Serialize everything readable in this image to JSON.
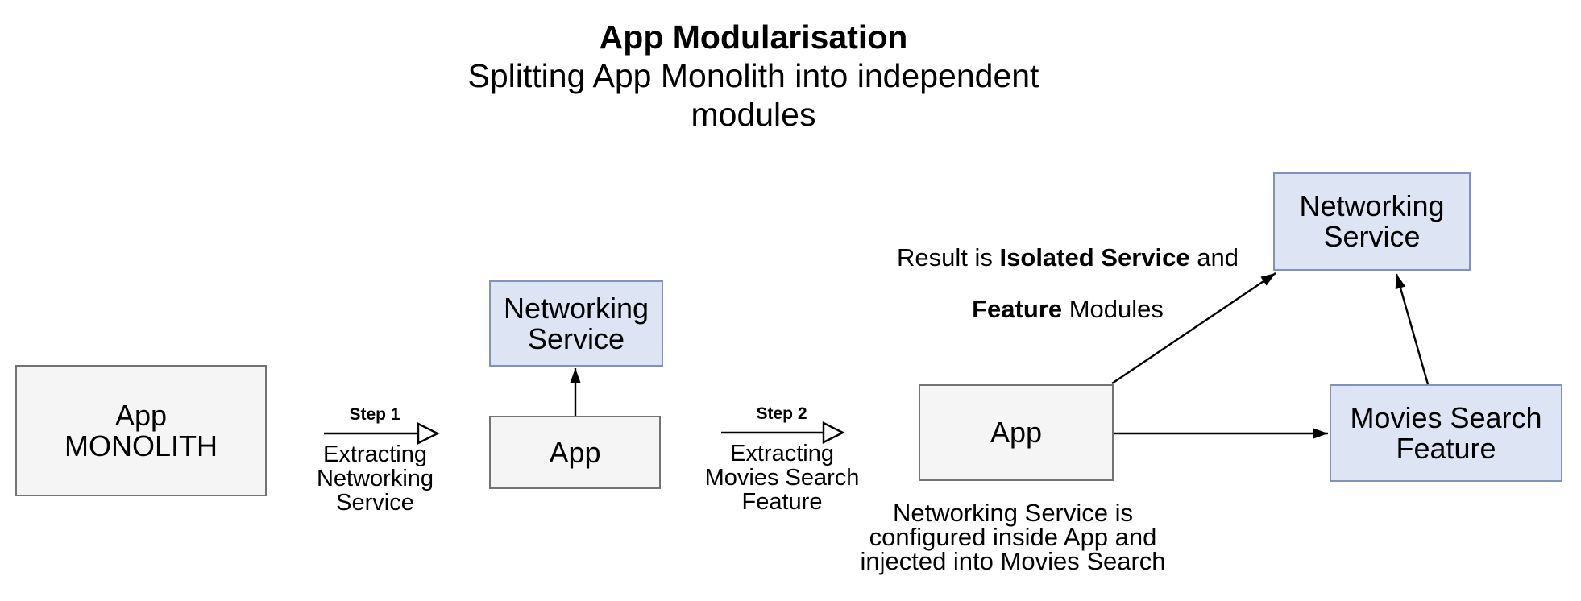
{
  "header": {
    "title": "App Modularisation",
    "subtitle": "Splitting App Monolith into independent\nmodules"
  },
  "stage1": {
    "monolith_label": "App\nMONOLITH"
  },
  "step1": {
    "label": "Step 1",
    "description": "Extracting\nNetworking\nService"
  },
  "stage2": {
    "networking_label": "Networking\nService",
    "app_label": "App"
  },
  "step2": {
    "label": "Step 2",
    "description": "Extracting\nMovies Search\nFeature"
  },
  "stage3": {
    "result_prefix": "Result is ",
    "result_bold1": "Isolated Service",
    "result_mid": " and",
    "result_bold2": "Feature",
    "result_suffix": " Modules",
    "app_label": "App",
    "networking_label": "Networking\nService",
    "movies_label": "Movies Search\nFeature",
    "note": "Networking Service is\nconfigured inside App and\ninjected into Movies Search"
  },
  "colors": {
    "background": "#ffffff",
    "module_fill": "#dde4f4",
    "module_border": "#8191c0",
    "app_fill": "#f5f5f5",
    "app_border": "#737373",
    "arrow": "#000000",
    "text": "#000000"
  }
}
